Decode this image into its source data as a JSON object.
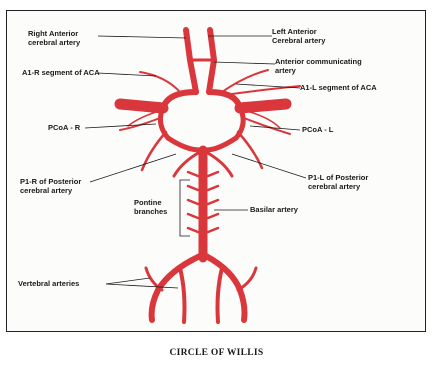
{
  "diagram": {
    "vessel_color": "#d9373b",
    "labels": {
      "right_aca": [
        "Right Anterior",
        "cerebral artery"
      ],
      "left_aca": [
        "Left Anterior",
        "Cerebral artery"
      ],
      "a1_r": "A1-R segment of ACA",
      "acom": [
        "Anterior communicating",
        "artery"
      ],
      "a1_l": "A1-L segment of ACA",
      "pcoa_r": "PCoA - R",
      "pcoa_l": "PCoA - L",
      "p1_r": [
        "P1-R of Posterior",
        "cerebral artery"
      ],
      "p1_l": [
        "P1-L of Posterior",
        "cerebral artery"
      ],
      "pontine": [
        "Pontine",
        "branches"
      ],
      "basilar": "Basilar artery",
      "vertebral": "Vertebral arteries"
    },
    "caption": "CIRCLE OF WILLIS"
  }
}
